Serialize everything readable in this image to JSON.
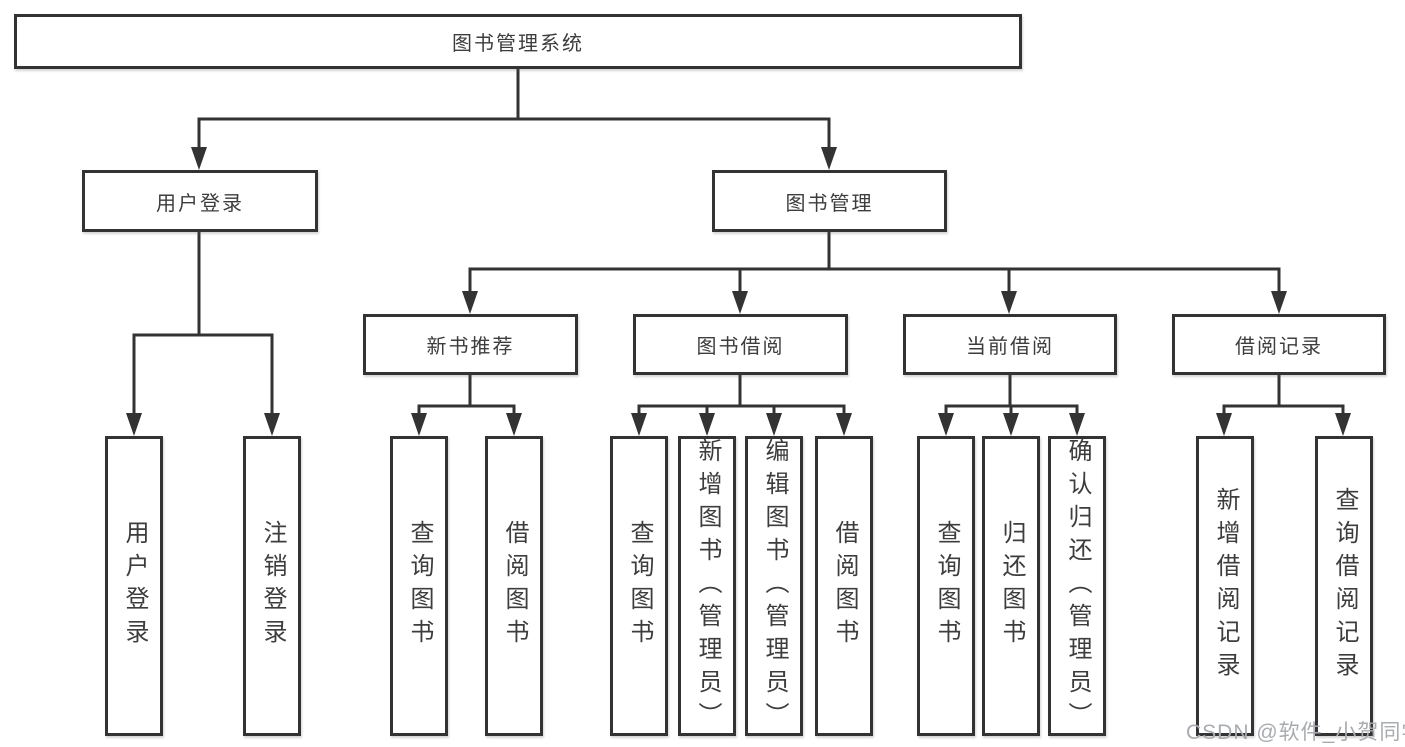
{
  "nodes": {
    "root": "图书管理系统",
    "user_login": "用户登录",
    "book_management": "图书管理",
    "new_book_recommend": "新书推荐",
    "book_borrow": "图书借阅",
    "current_borrow": "当前借阅",
    "borrow_records": "借阅记录",
    "leaf_user_login": "用户登录",
    "leaf_logout": "注销登录",
    "leaf_nb_query_books": "查询图书",
    "leaf_nb_borrow_books": "借阅图书",
    "leaf_bb_query_books": "查询图书",
    "leaf_bb_add_books": "新增图书（管理员）",
    "leaf_bb_edit_books": "编辑图书（管理员）",
    "leaf_bb_borrow_books": "借阅图书",
    "leaf_cb_query_books": "查询图书",
    "leaf_cb_return_books": "归还图书",
    "leaf_cb_confirm_return": "确认归还（管理员）",
    "leaf_br_add_record": "新增借阅记录",
    "leaf_br_query_record": "查询借阅记录"
  },
  "watermark": "CSDN @软件_小贺同学",
  "colors": {
    "line": "#333333",
    "text": "#3d3d3d",
    "watermark": "#a8acb0",
    "background": "#ffffff"
  }
}
